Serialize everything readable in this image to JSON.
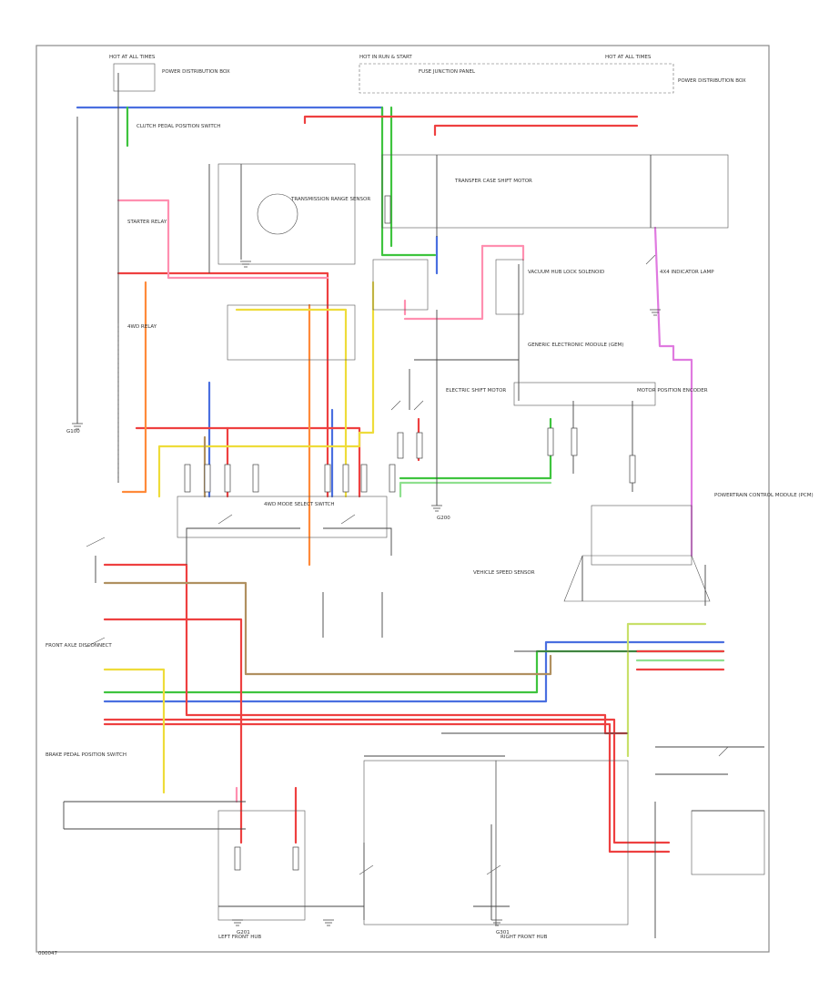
{
  "colors": {
    "blue": "#4a6fe0",
    "green": "#3ec43e",
    "red": "#ee4040",
    "pink": "#ff8fb0",
    "orange": "#ff8a3a",
    "yellow": "#eedc3a",
    "violet": "#e07ae0",
    "lightgreen": "#8fe08f",
    "brown": "#b09060",
    "lime": "#c8e06a",
    "black": "#333333"
  },
  "labels": {
    "hot_at_all_times_1": "HOT AT ALL TIMES",
    "hot_in_run_start": "HOT IN RUN & START",
    "hot_at_all_times_2": "HOT AT ALL TIMES",
    "fuse_panel_1": "POWER DISTRIBUTION BOX",
    "fuse_panel_2": "FUSE JUNCTION PANEL",
    "fuse_panel_3": "POWER DISTRIBUTION BOX",
    "clutch_pedal": "CLUTCH PEDAL POSITION SWITCH",
    "transmission_range": "TRANSMISSION RANGE SENSOR",
    "starter_relay": "STARTER RELAY",
    "four_wd_relay": "4WD RELAY",
    "shift_motor": "ELECTRIC SHIFT MOTOR",
    "encoder": "MOTOR POSITION ENCODER",
    "gem": "GENERIC ELECTRONIC MODULE (GEM)",
    "pcm": "POWERTRAIN CONTROL MODULE (PCM)",
    "transfer_case": "TRANSFER CASE SHIFT MOTOR",
    "hub_lock": "VACUUM HUB LOCK SOLENOID",
    "indicator_4x4": "4X4 INDICATOR LAMP",
    "mode_select": "4WD MODE SELECT SWITCH",
    "speed_sensor": "VEHICLE SPEED SENSOR",
    "front_axle": "FRONT AXLE DISCONNECT",
    "left_hub": "LEFT FRONT HUB",
    "right_hub": "RIGHT FRONT HUB",
    "brake_switch": "BRAKE PEDAL POSITION SWITCH",
    "ground_1": "G100",
    "ground_2": "G200",
    "ground_3": "G201",
    "ground_4": "G301",
    "diagram_id": "000047"
  }
}
